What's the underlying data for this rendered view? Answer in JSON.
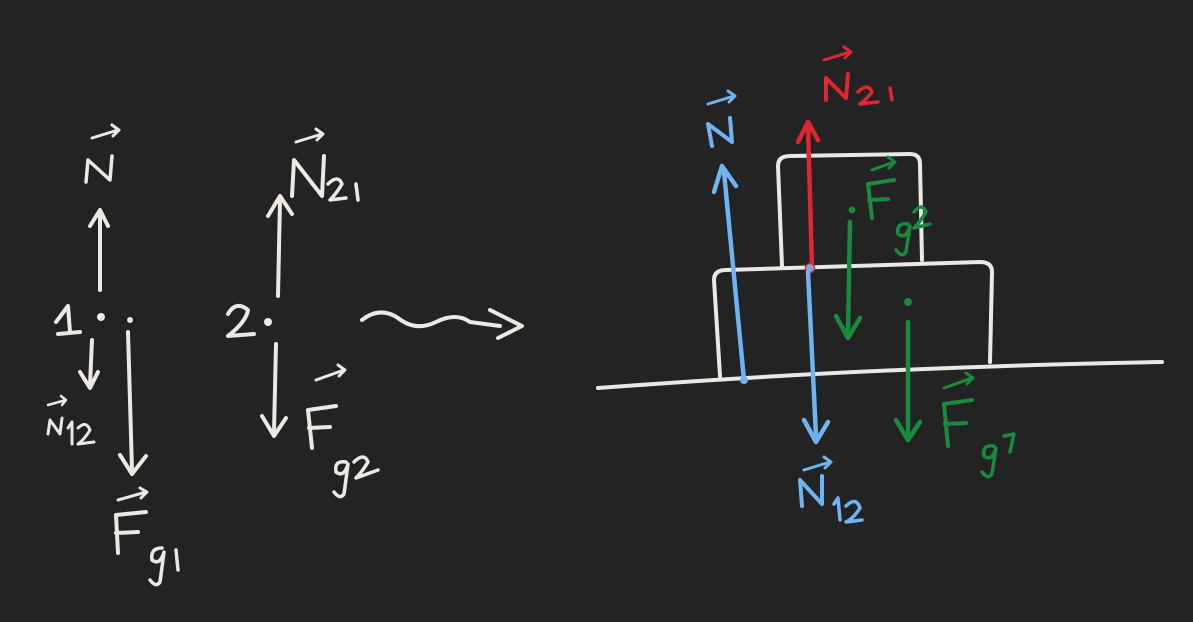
{
  "colors": {
    "background": "#232323",
    "white": "#ece9e4",
    "red": "#e02630",
    "blue": "#6fb3f0",
    "green": "#1a8a3c"
  },
  "labels": {
    "body1_number": "1",
    "body2_number": "2",
    "left_normal": "N",
    "left_n12": "N",
    "left_n12_sub": "12",
    "left_fg1": "F",
    "left_fg1_sub": "g1",
    "mid_n21": "N",
    "mid_n21_sub": "21",
    "mid_fg2": "F",
    "mid_fg2_sub": "g2",
    "right_normal": "N",
    "right_n21": "N",
    "right_n21_sub": "21",
    "right_fg2": "F",
    "right_fg2_sub": "g2",
    "right_n12": "N",
    "right_n12_sub": "12",
    "right_fg1": "F",
    "right_fg1_sub": "g1"
  }
}
